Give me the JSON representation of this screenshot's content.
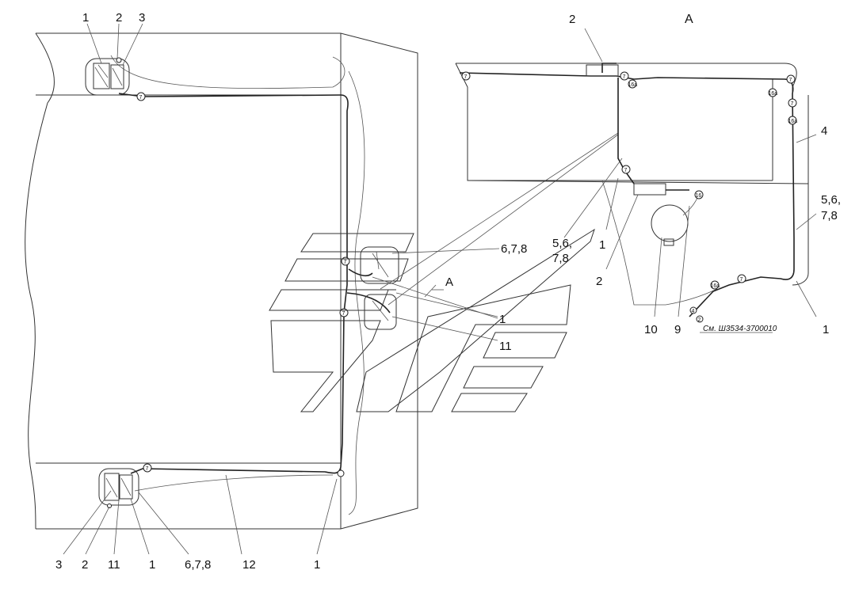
{
  "view_title": "A",
  "reference_note": "См. Ш3534-3700010",
  "labels_main_top": [
    "1",
    "2",
    "3"
  ],
  "labels_main_bottom": [
    "3",
    "2",
    "11",
    "1",
    "6,7,8",
    "12",
    "1"
  ],
  "labels_center": [
    "6,7,8",
    "5,6,",
    "7,8",
    "1",
    "1",
    "11",
    "A"
  ],
  "labels_view_a": [
    "2",
    "4",
    "5,6,",
    "7,8",
    "2",
    "10",
    "9",
    "1"
  ],
  "wire_marks": [
    "7",
    "16",
    "16a",
    "7",
    "7",
    "7",
    "7",
    "16a",
    "16",
    "16a",
    "7",
    "4",
    "2",
    "16"
  ]
}
